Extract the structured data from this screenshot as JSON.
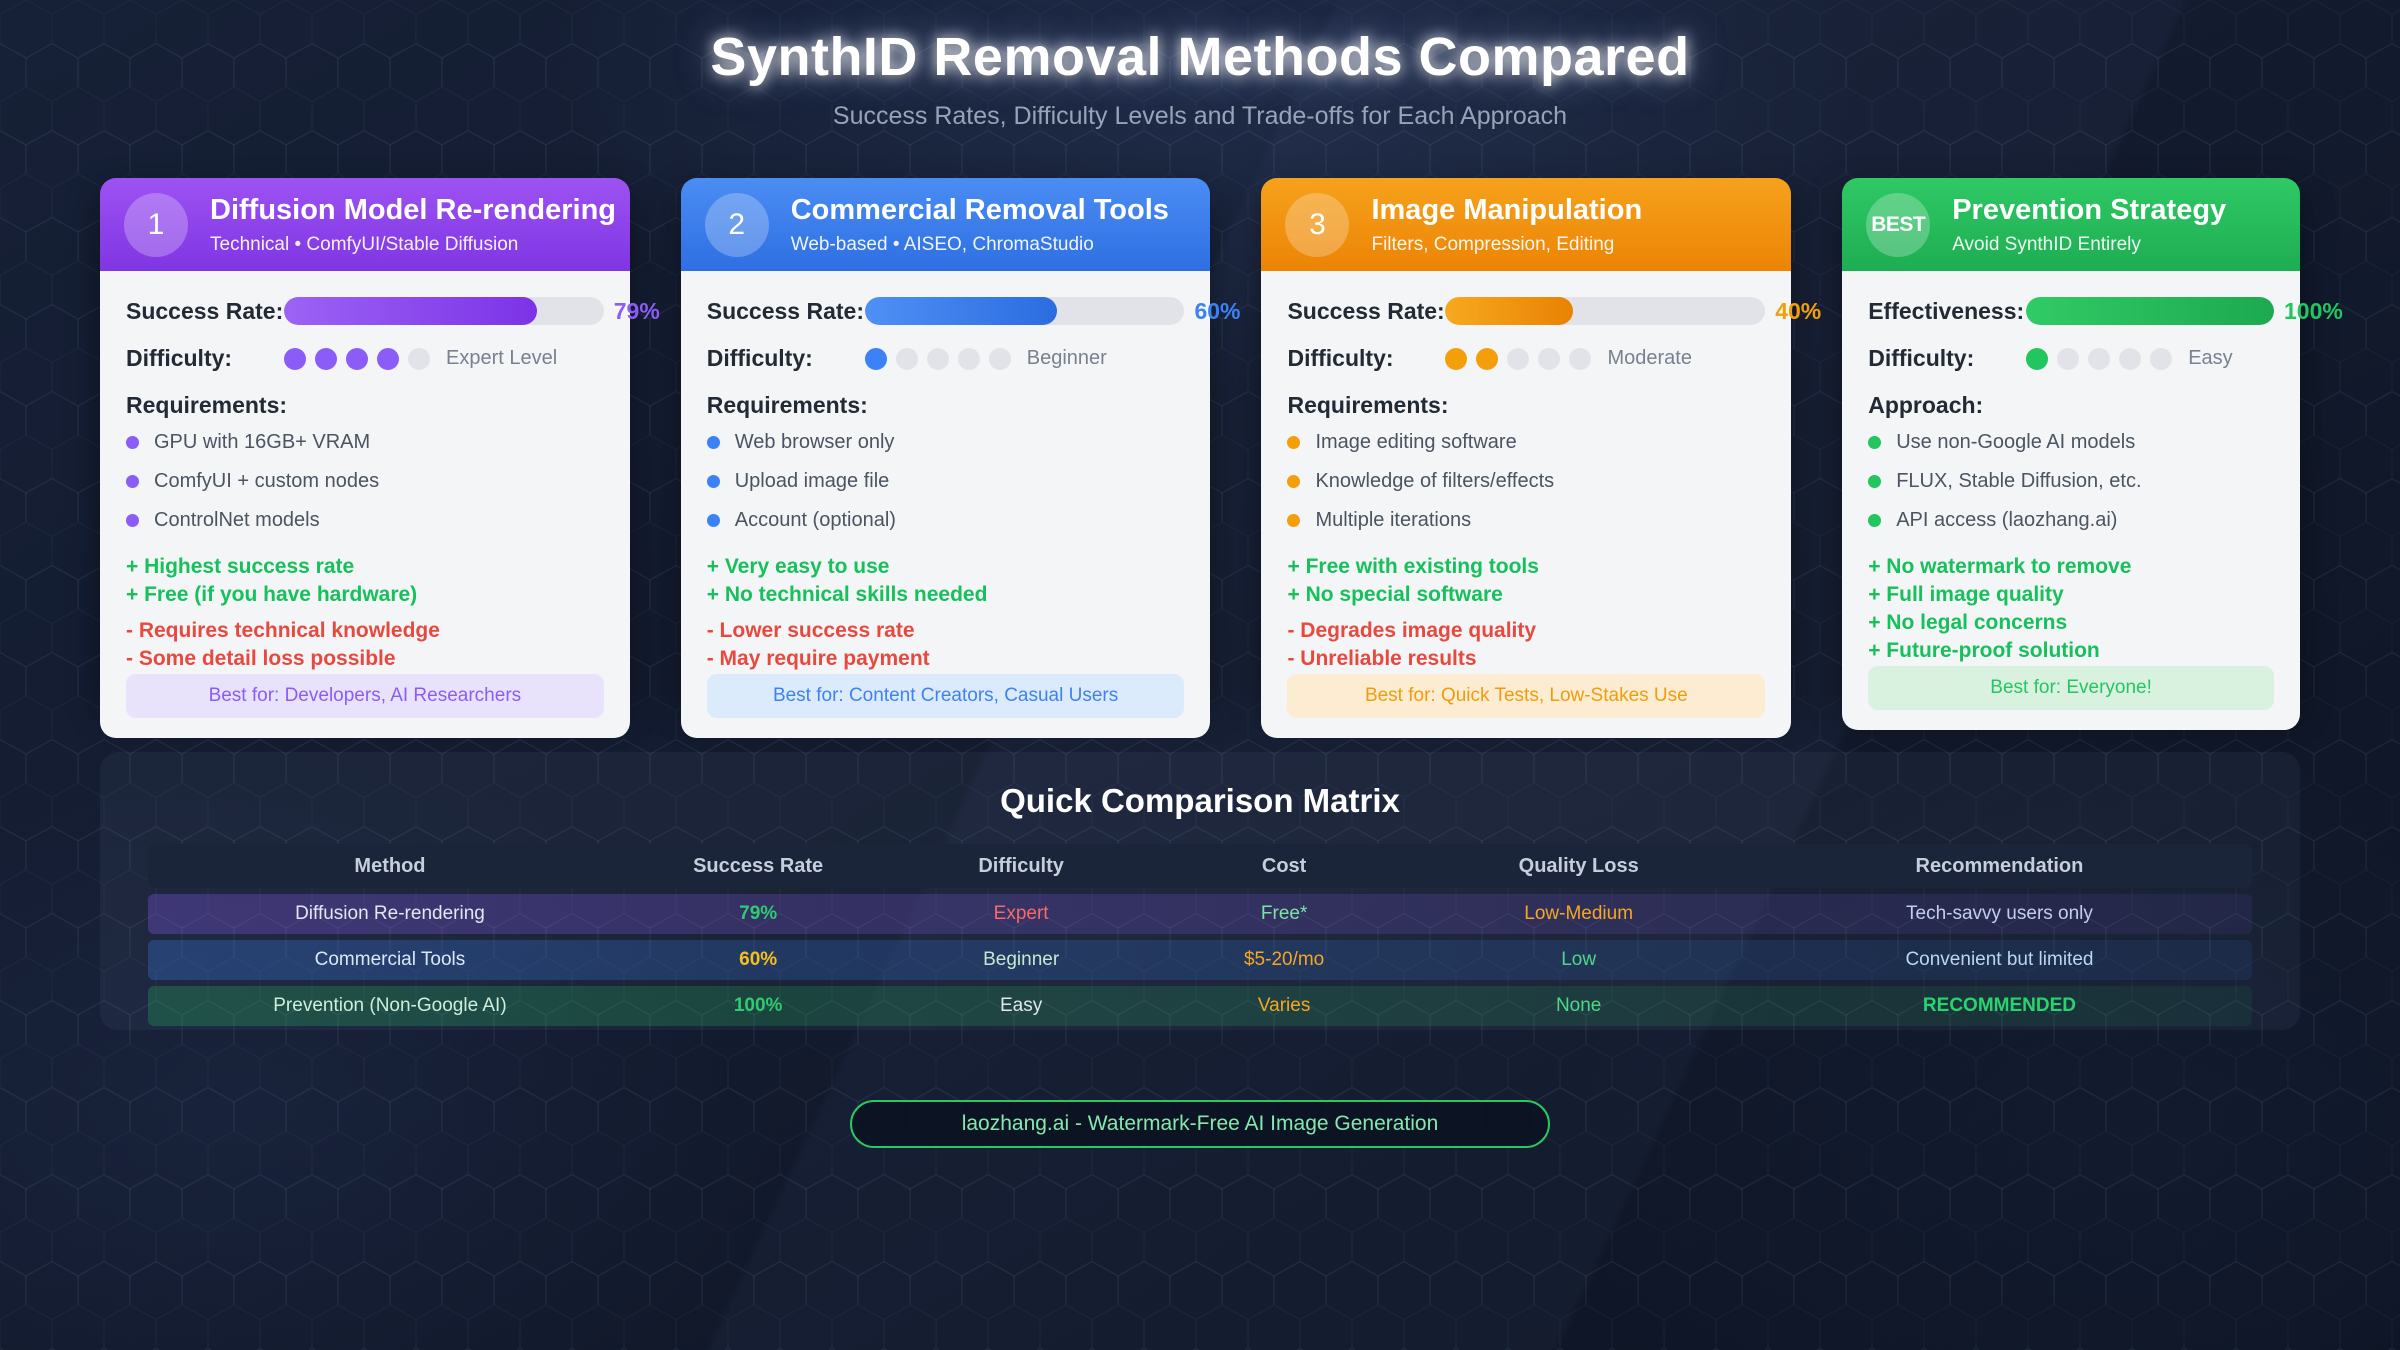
{
  "page": {
    "title": "SynthID Removal Methods Compared",
    "subtitle": "Success Rates, Difficulty Levels and Trade-offs for Each Approach"
  },
  "colors": {
    "pros": "#16c05b",
    "cons": "#e8493f",
    "accent_purple": "#8b5cf6",
    "accent_blue": "#3b82f6",
    "accent_orange": "#f59e0b",
    "accent_green": "#22c55e",
    "pill_border": "#29c861",
    "empty_dot": "#e2e3e8"
  },
  "cards": [
    {
      "badge": "1",
      "title": "Diffusion Model Re-rendering",
      "subtitle": "Technical • ComfyUI/Stable Diffusion",
      "accent": "#8b5cf6",
      "rate_label": "Success Rate:",
      "rate_value": "79%",
      "difficulty_label": "Difficulty:",
      "difficulty_text": "Expert Level",
      "dots": [
        "#8b5cf6",
        "#8b5cf6",
        "#8b5cf6",
        "#8b5cf6",
        "#e2e3e8"
      ],
      "list_label": "Requirements:",
      "items": [
        "GPU with 16GB+ VRAM",
        "ComfyUI + custom nodes",
        "ControlNet models"
      ],
      "pros": [
        "+ Highest success rate",
        "+ Free (if you have hardware)"
      ],
      "cons": [
        "- Requires technical knowledge",
        "- Some detail loss possible"
      ],
      "best_for": "Best for: Developers, AI Researchers"
    },
    {
      "badge": "2",
      "title": "Commercial Removal Tools",
      "subtitle": "Web-based • AISEO, ChromaStudio",
      "accent": "#3b82f6",
      "rate_label": "Success Rate:",
      "rate_value": "60%",
      "difficulty_label": "Difficulty:",
      "difficulty_text": "Beginner",
      "dots": [
        "#3b82f6",
        "#e2e3e8",
        "#e2e3e8",
        "#e2e3e8",
        "#e2e3e8"
      ],
      "list_label": "Requirements:",
      "items": [
        "Web browser only",
        "Upload image file",
        "Account (optional)"
      ],
      "pros": [
        "+ Very easy to use",
        "+ No technical skills needed"
      ],
      "cons": [
        "- Lower success rate",
        "- May require payment"
      ],
      "best_for": "Best for: Content Creators, Casual Users"
    },
    {
      "badge": "3",
      "title": "Image Manipulation",
      "subtitle": "Filters, Compression, Editing",
      "accent": "#f59e0b",
      "rate_label": "Success Rate:",
      "rate_value": "40%",
      "difficulty_label": "Difficulty:",
      "difficulty_text": "Moderate",
      "dots": [
        "#f59e0b",
        "#f59e0b",
        "#e2e3e8",
        "#e2e3e8",
        "#e2e3e8"
      ],
      "list_label": "Requirements:",
      "items": [
        "Image editing software",
        "Knowledge of filters/effects",
        "Multiple iterations"
      ],
      "pros": [
        "+ Free with existing tools",
        "+ No special software"
      ],
      "cons": [
        "- Degrades image quality",
        "- Unreliable results"
      ],
      "best_for": "Best for: Quick Tests, Low-Stakes Use"
    },
    {
      "badge": "BEST",
      "title": "Prevention Strategy",
      "subtitle": "Avoid SynthID Entirely",
      "accent": "#22c55e",
      "rate_label": "Effectiveness:",
      "rate_value": "100%",
      "difficulty_label": "Difficulty:",
      "difficulty_text": "Easy",
      "dots": [
        "#22c55e",
        "#e2e3e8",
        "#e2e3e8",
        "#e2e3e8",
        "#e2e3e8"
      ],
      "list_label": "Approach:",
      "items": [
        "Use non-Google AI models",
        "FLUX, Stable Diffusion, etc.",
        "API access (laozhang.ai)"
      ],
      "pros": [
        "+ No watermark to remove",
        "+ Full image quality",
        "+ No legal concerns",
        "+ Future-proof solution"
      ],
      "cons": [],
      "best_for": "Best for: Everyone!"
    }
  ],
  "matrix": {
    "title": "Quick Comparison Matrix",
    "columns": [
      "Method",
      "Success Rate",
      "Difficulty",
      "Cost",
      "Quality Loss",
      "Recommendation"
    ],
    "rows": [
      {
        "cells": [
          "Diffusion Re-rendering",
          "79%",
          "Expert",
          "Free*",
          "Low-Medium",
          "Tech-savvy users only"
        ],
        "colors": [
          "#e4e6f4",
          "#2ecc71",
          "#f86a6a",
          "#7fe3a8",
          "#f5a623",
          "#c3cdf2"
        ]
      },
      {
        "cells": [
          "Commercial Tools",
          "60%",
          "Beginner",
          "$5-20/mo",
          "Low",
          "Convenient but limited"
        ],
        "colors": [
          "#dce8f6",
          "#f6c01a",
          "#c4e9d2",
          "#f5a623",
          "#4cd987",
          "#b9d6f2"
        ]
      },
      {
        "cells": [
          "Prevention (Non-Google AI)",
          "100%",
          "Easy",
          "Varies",
          "None",
          "RECOMMENDED"
        ],
        "colors": [
          "#cdeeda",
          "#2ecc71",
          "#dfe6ec",
          "#f5a623",
          "#4cd987",
          "#27d46f"
        ]
      }
    ]
  },
  "footer": {
    "pill": "laozhang.ai - Watermark-Free AI Image Generation"
  }
}
